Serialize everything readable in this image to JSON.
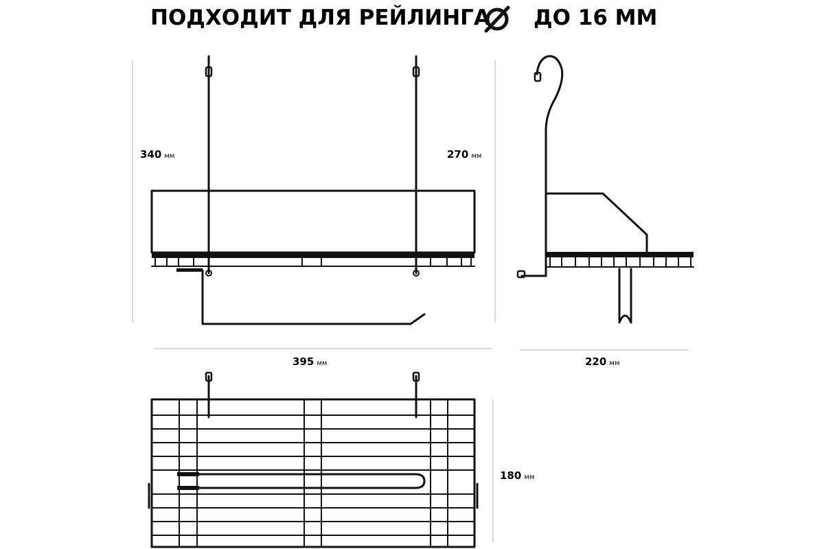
{
  "title": {
    "text_before": "ПОДХОДИТ ДЛЯ РЕЙЛИНГА",
    "diameter_symbol": "⌀",
    "text_after": "ДО 16 ММ"
  },
  "dimensions": {
    "height_total": {
      "value": "340",
      "unit": "мм"
    },
    "height_shelf": {
      "value": "270",
      "unit": "мм"
    },
    "width": {
      "value": "395",
      "unit": "мм"
    },
    "depth_side": {
      "value": "220",
      "unit": "мм"
    },
    "depth_top": {
      "value": "180",
      "unit": "мм"
    }
  },
  "colors": {
    "ink": "#111111",
    "guide": "#d9d9d9",
    "background": "#ffffff"
  }
}
